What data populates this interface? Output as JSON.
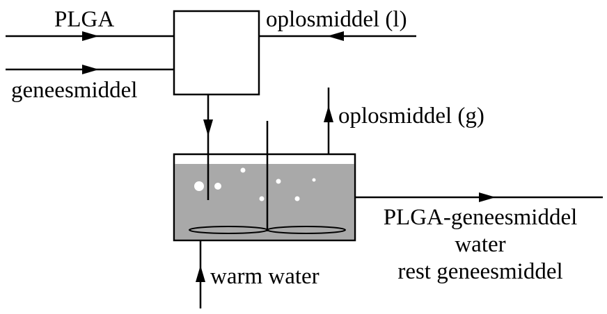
{
  "labels": {
    "plga": "PLGA",
    "geneesmiddel": "geneesmiddel",
    "oplosmiddel_l": "oplosmiddel (l)",
    "oplosmiddel_g": "oplosmiddel (g)",
    "warm_water": "warm water",
    "product_line1": "PLGA-geneesmiddel",
    "product_line2": "water",
    "product_line3": "rest geneesmiddel"
  },
  "colors": {
    "line": "#000000",
    "liquid": "#a9a9a9",
    "background": "#ffffff"
  }
}
